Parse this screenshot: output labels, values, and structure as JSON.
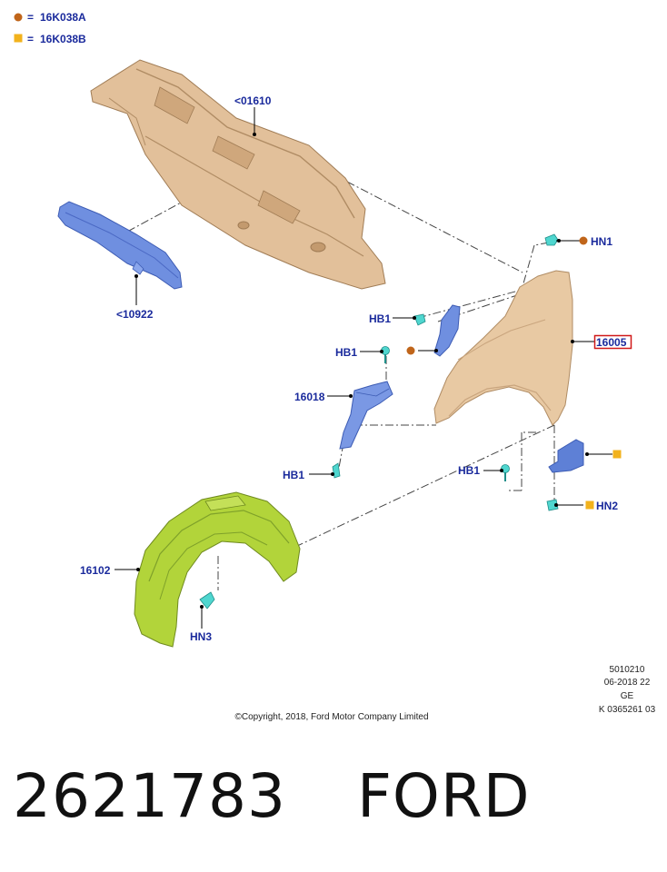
{
  "legend": [
    {
      "symbol": "circle",
      "color": "#c0651a",
      "eq": "=",
      "code": "16K038A"
    },
    {
      "symbol": "square",
      "color": "#f2b21c",
      "eq": "=",
      "code": "16K038B"
    }
  ],
  "callouts": {
    "dash_panel": "<01610",
    "side_rail": "<10922",
    "fender": "16005",
    "bracket": "16018",
    "liner": "16102",
    "hn1": "HN1",
    "hb1_a": "HB1",
    "hb1_b": "HB1",
    "hb1_c": "HB1",
    "hb1_d": "HB1",
    "hn2": "HN2",
    "hn3": "HN3"
  },
  "info_block": [
    "5010210",
    "06-2018 22",
    "GE",
    "K 0365261 03"
  ],
  "copyright": "©Copyright, 2018, Ford Motor Company Limited",
  "footer": {
    "part_number": "2621783",
    "brand": "FORD"
  },
  "colors": {
    "label": "#1a2a9c",
    "highlight_box": "#d01818",
    "body_panel": "#e2c09a",
    "fender": "#e8c9a3",
    "blue_part": "#6f8fe0",
    "liner": "#b2d43a",
    "fastener": "#4fd6cf",
    "bullet_a": "#c0651a",
    "bullet_b": "#f2b21c"
  }
}
